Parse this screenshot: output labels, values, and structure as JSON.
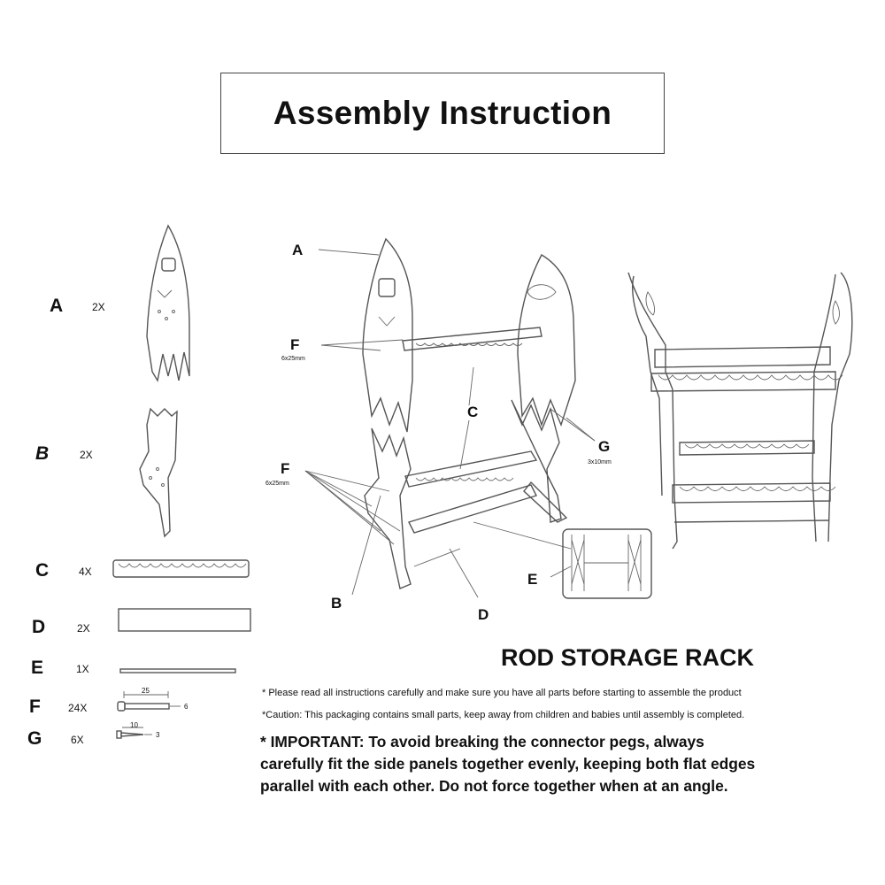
{
  "title": "Assembly Instruction",
  "parts": [
    {
      "letter": "A",
      "qty": "2X"
    },
    {
      "letter": "B",
      "qty": "2X"
    },
    {
      "letter": "C",
      "qty": "4X"
    },
    {
      "letter": "D",
      "qty": "2X"
    },
    {
      "letter": "E",
      "qty": "1X"
    },
    {
      "letter": "F",
      "qty": "24X"
    },
    {
      "letter": "G",
      "qty": "6X"
    }
  ],
  "dimensions": {
    "f_length": "25",
    "f_diameter": "6",
    "g_length": "10",
    "g_diameter": "3",
    "f_spec": "6x25mm",
    "g_spec": "3x10mm"
  },
  "callouts": {
    "a": "A",
    "b": "B",
    "c": "C",
    "d": "D",
    "e": "E",
    "f1": "F",
    "f2": "F",
    "g": "G"
  },
  "product_title": "ROD STORAGE RACK",
  "notes": [
    "* Please read all instructions carefully and make sure you have all parts before starting to assemble the product",
    "*Caution: This packaging contains small parts, keep  away from children and babies until assembly is completed."
  ],
  "important": {
    "line1": "* IMPORTANT: To avoid breaking the connector pegs, always",
    "line2": "carefully fit the side panels together evenly, keeping both flat edges",
    "line3": "parallel with each other.  Do not force together when at an angle."
  }
}
